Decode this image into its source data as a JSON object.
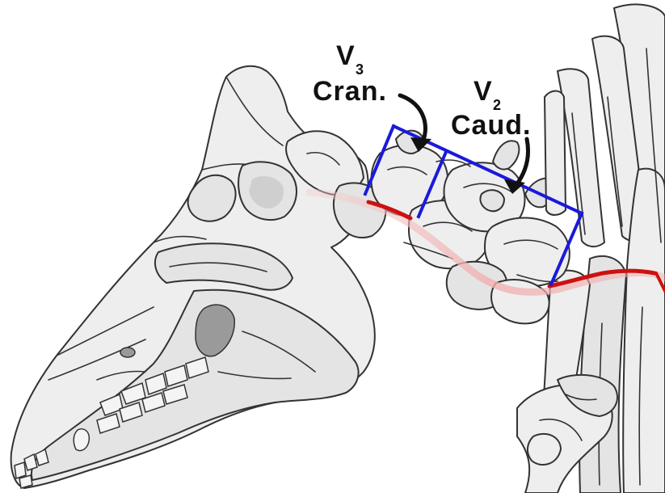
{
  "labels": {
    "v3": {
      "letter": "V",
      "subscript": "3",
      "word": "Cran."
    },
    "v2": {
      "letter": "V",
      "subscript": "2",
      "word": "Caud."
    }
  },
  "colors": {
    "bracket": "#1a1adc",
    "vessel": "#cc1111",
    "vessel_faded": "#f0b8b8",
    "arrow": "#111111",
    "bone_fill": "#eeeeee",
    "bone_outline": "#333333"
  }
}
